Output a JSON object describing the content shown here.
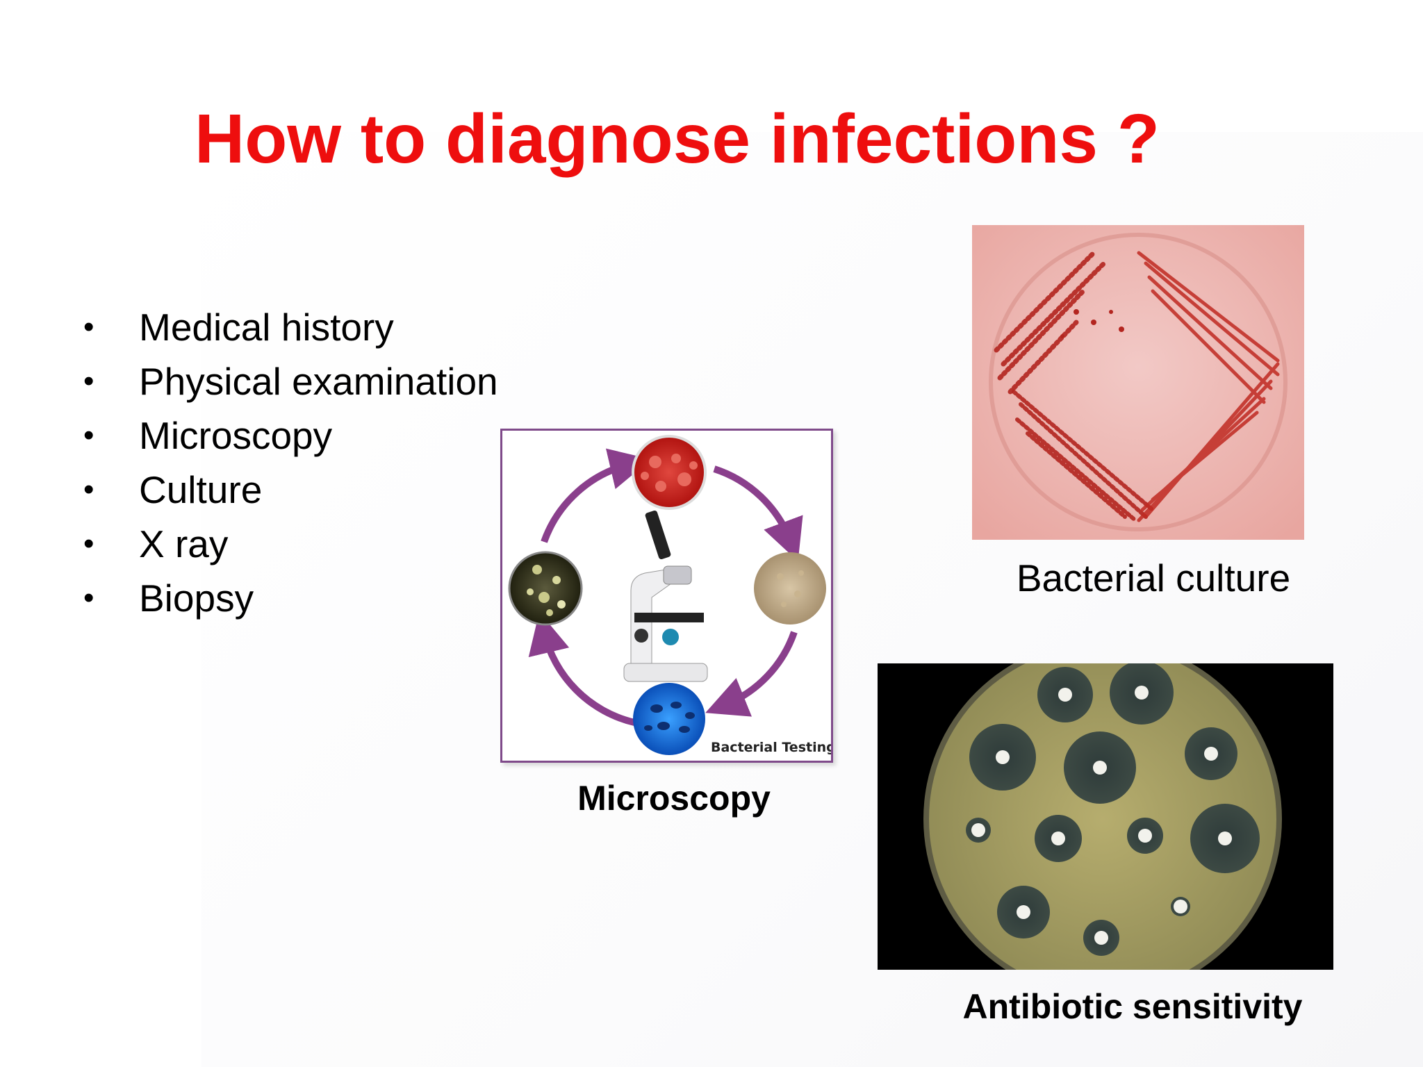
{
  "slide": {
    "title": "How to diagnose infections ?",
    "bullet_symbol": "•",
    "bullets": [
      "Medical history",
      "Physical examination",
      "Microscopy",
      "Culture",
      "X ray",
      "Biopsy"
    ]
  },
  "figures": {
    "microscopy": {
      "image_label": "Bacterial Testing",
      "caption": "Microscopy"
    },
    "culture": {
      "caption": "Bacterial culture"
    },
    "sensitivity": {
      "caption": "Antibiotic sensitivity"
    }
  },
  "colors": {
    "title": "#ee0e0e",
    "frame": "#7f4a8a",
    "arrow": "#8a3f8c"
  }
}
